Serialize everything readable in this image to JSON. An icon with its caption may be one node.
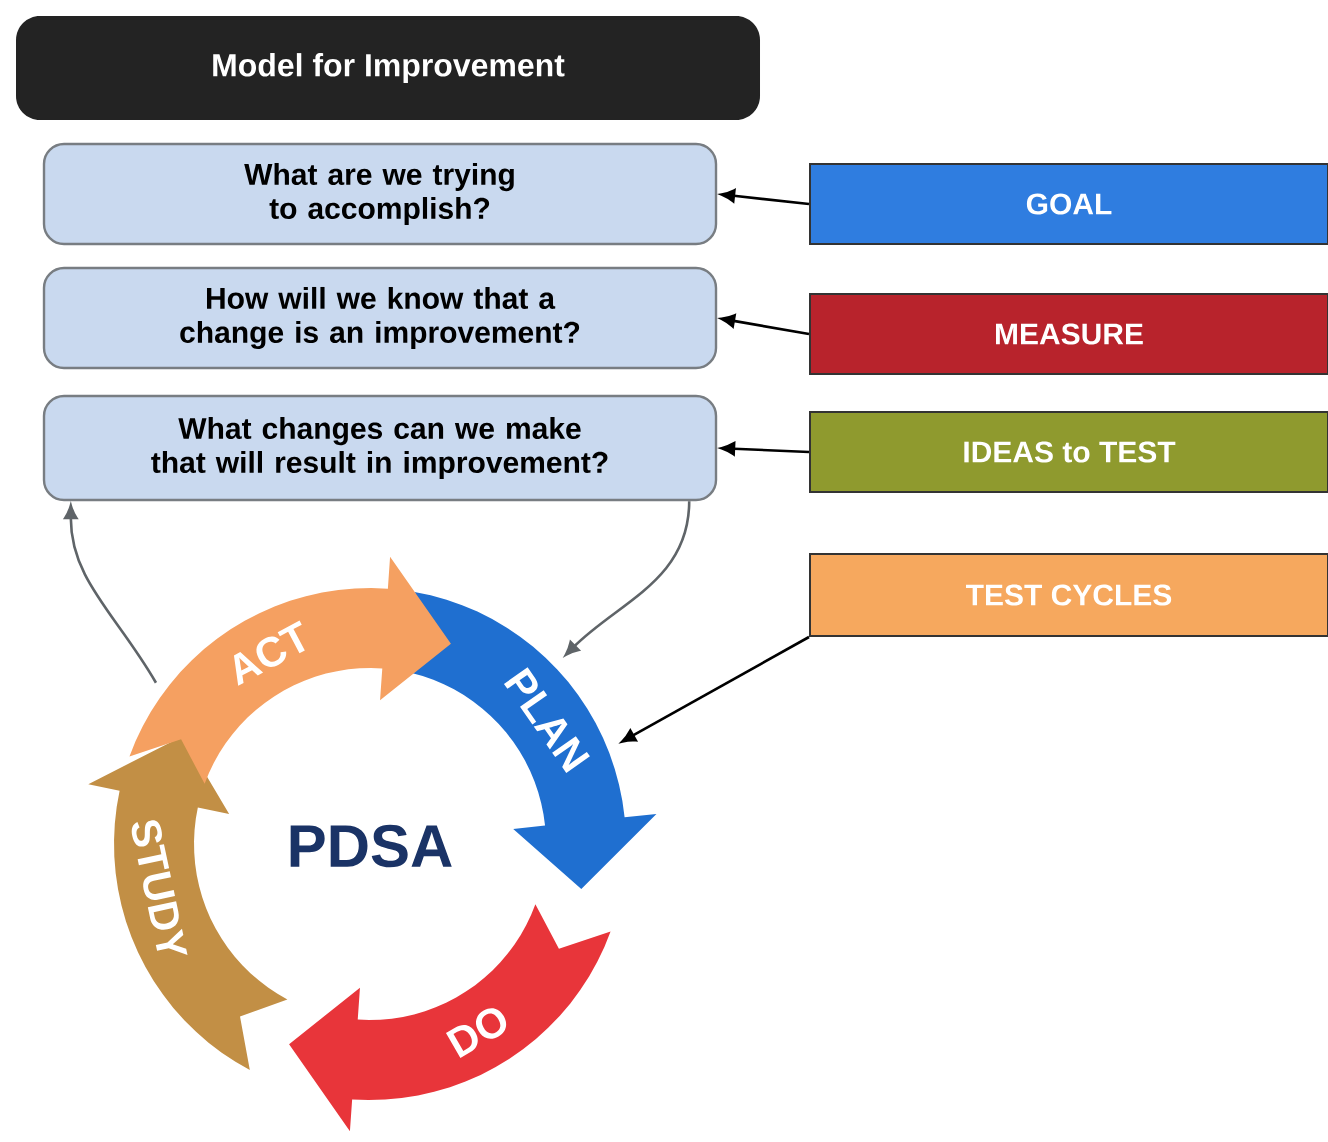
{
  "diagram": {
    "nodes": [
      {
        "text": [
          "Model for Improvement"
        ]
      },
      {
        "text": [
          "What are we trying to accomplish?"
        ]
      },
      {
        "text": [
          "How will we know that a change is an improvement?"
        ]
      },
      {
        "text": [
          "What changes can we make that will result in improvement?"
        ]
      },
      {
        "text": [
          "GOAL"
        ]
      },
      {
        "text": [
          "MEASURE"
        ]
      },
      {
        "text": [
          "IDEAS to TEST"
        ]
      },
      {
        "text": [
          "TEST CYCLES"
        ]
      },
      {
        "text": [
          "PLAN"
        ]
      },
      {
        "text": [
          "DO"
        ]
      },
      {
        "text": [
          "STUDY"
        ]
      },
      {
        "text": [
          "ACT"
        ]
      }
    ],
    "edges": [
      {
        "from": 4,
        "to": 1,
        "arrow": "to"
      },
      {
        "from": 5,
        "to": 2,
        "arrow": "to"
      },
      {
        "from": 6,
        "to": 3,
        "arrow": "to"
      },
      {
        "from": 7,
        "to": 8,
        "arrow": "to"
      },
      {
        "from": 3,
        "to": 8,
        "arrow": "to",
        "color": "#5f6468"
      },
      {
        "from": 11,
        "to": 3,
        "arrow": "to",
        "color": "#5f6468"
      }
    ],
    "labels": [
      "PDSA"
    ]
  }
}
